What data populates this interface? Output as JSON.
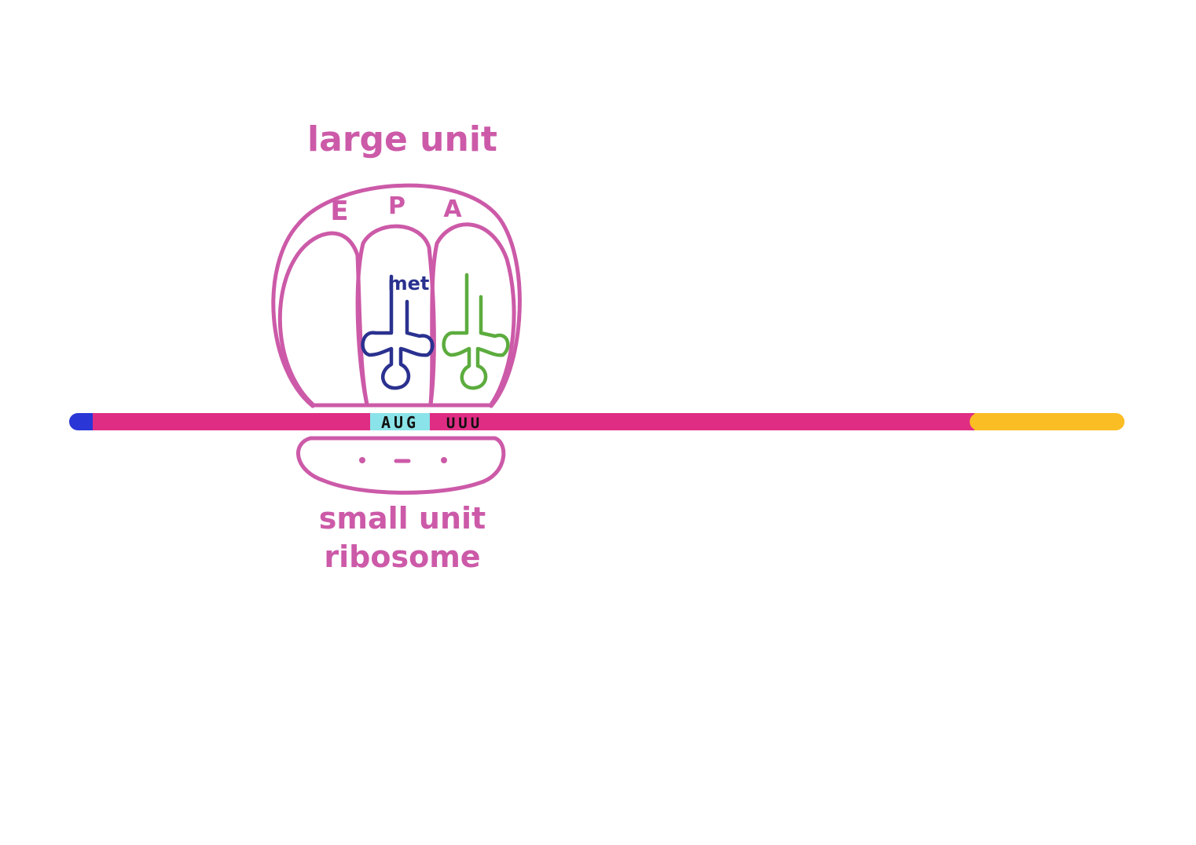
{
  "labels": {
    "large_unit": "large unit",
    "site_e": "E",
    "site_p": "P",
    "site_a": "A",
    "amino_acid": "met",
    "small_unit": "small unit",
    "ribosome": "ribosome"
  },
  "mrna": {
    "codon_p": "AUG",
    "codon_a": "UUU"
  },
  "colors": {
    "ribosome": "#cc5aa8",
    "mrna": "#e02d84",
    "five_prime_cap": "#2b36d6",
    "poly_a_tail": "#fbbd24",
    "start_codon_highlight": "#8ae3e8",
    "trna_p_site": "#2a318f",
    "trna_a_site": "#5cac3e",
    "codon_text": "#111111"
  }
}
